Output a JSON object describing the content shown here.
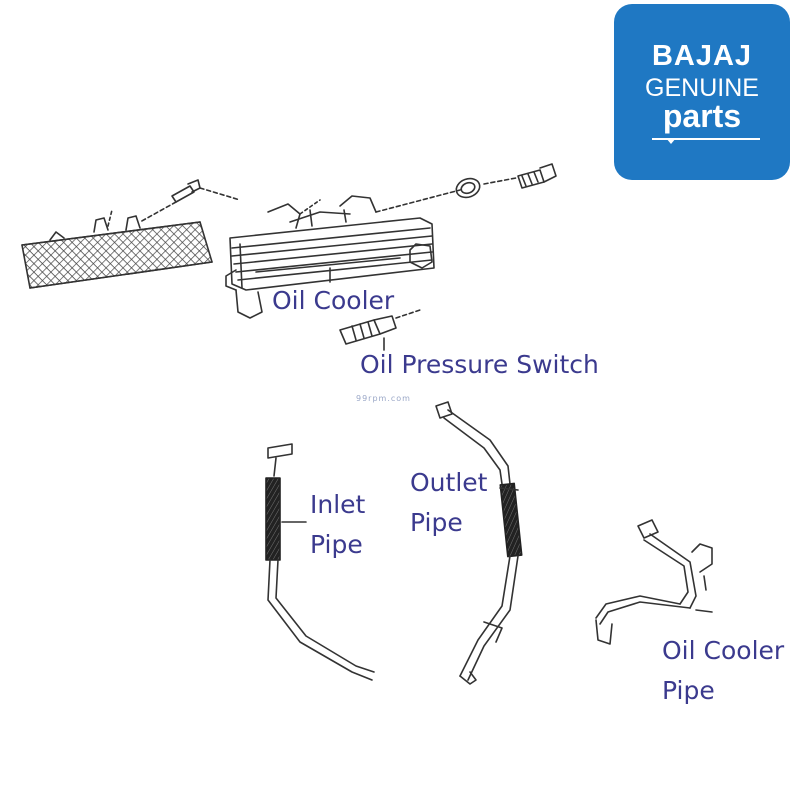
{
  "logo": {
    "brand": "BAJAJ",
    "line2": "GENUINE",
    "line3": "parts"
  },
  "watermark": "99rpm.com",
  "labels": {
    "oil_cooler": "Oil Cooler",
    "oil_pressure_switch": "Oil Pressure Switch",
    "inlet_line1": "Inlet",
    "inlet_line2": "Pipe",
    "outlet_line1": "Outlet",
    "outlet_line2": "Pipe",
    "oil_cooler_pipe_line1": "Oil Cooler",
    "oil_cooler_pipe_line2": "Pipe"
  },
  "colors": {
    "label_text": "#3b3a8e",
    "logo_background": "#1f78c3",
    "line_art": "#333333"
  }
}
